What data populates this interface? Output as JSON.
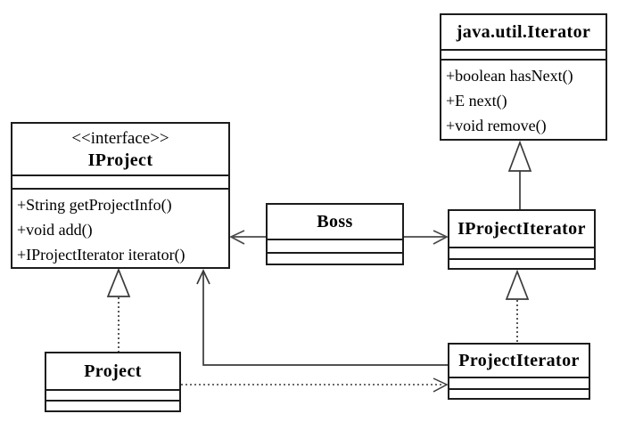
{
  "diagram": {
    "kind": "uml-class-diagram",
    "pattern": "Iterator",
    "colors": {
      "background": "#ffffff",
      "border": "#1c1c1c",
      "connector": "#3a3a3a",
      "text": "#000000"
    },
    "classes": {
      "java_util_iterator": {
        "name": "java.util.Iterator",
        "methods": [
          "+boolean hasNext()",
          "+E next()",
          "+void remove()"
        ]
      },
      "iproject": {
        "stereotype": "<<interface>>",
        "name": "IProject",
        "methods": [
          "+String getProjectInfo()",
          "+void add()",
          "+IProjectIterator iterator()"
        ]
      },
      "boss": {
        "name": "Boss"
      },
      "iprojectiterator": {
        "name": "IProjectIterator"
      },
      "project": {
        "name": "Project"
      },
      "projectiterator": {
        "name": "ProjectIterator"
      }
    },
    "relationships": [
      {
        "from": "IProjectIterator",
        "to": "java.util.Iterator",
        "type": "generalization",
        "line": "solid",
        "arrowhead": "hollow-triangle"
      },
      {
        "from": "ProjectIterator",
        "to": "IProjectIterator",
        "type": "realization",
        "line": "dotted",
        "arrowhead": "hollow-triangle"
      },
      {
        "from": "Project",
        "to": "IProject",
        "type": "realization",
        "line": "dotted",
        "arrowhead": "hollow-triangle"
      },
      {
        "from": "Boss",
        "to": "IProject",
        "type": "association",
        "line": "solid",
        "arrowhead": "open"
      },
      {
        "from": "Boss",
        "to": "IProjectIterator",
        "type": "association",
        "line": "solid",
        "arrowhead": "open"
      },
      {
        "from": "ProjectIterator",
        "to": "IProject",
        "type": "association",
        "line": "solid",
        "arrowhead": "open"
      },
      {
        "from": "Project",
        "to": "ProjectIterator",
        "type": "dependency",
        "line": "dotted",
        "arrowhead": "open"
      }
    ]
  }
}
